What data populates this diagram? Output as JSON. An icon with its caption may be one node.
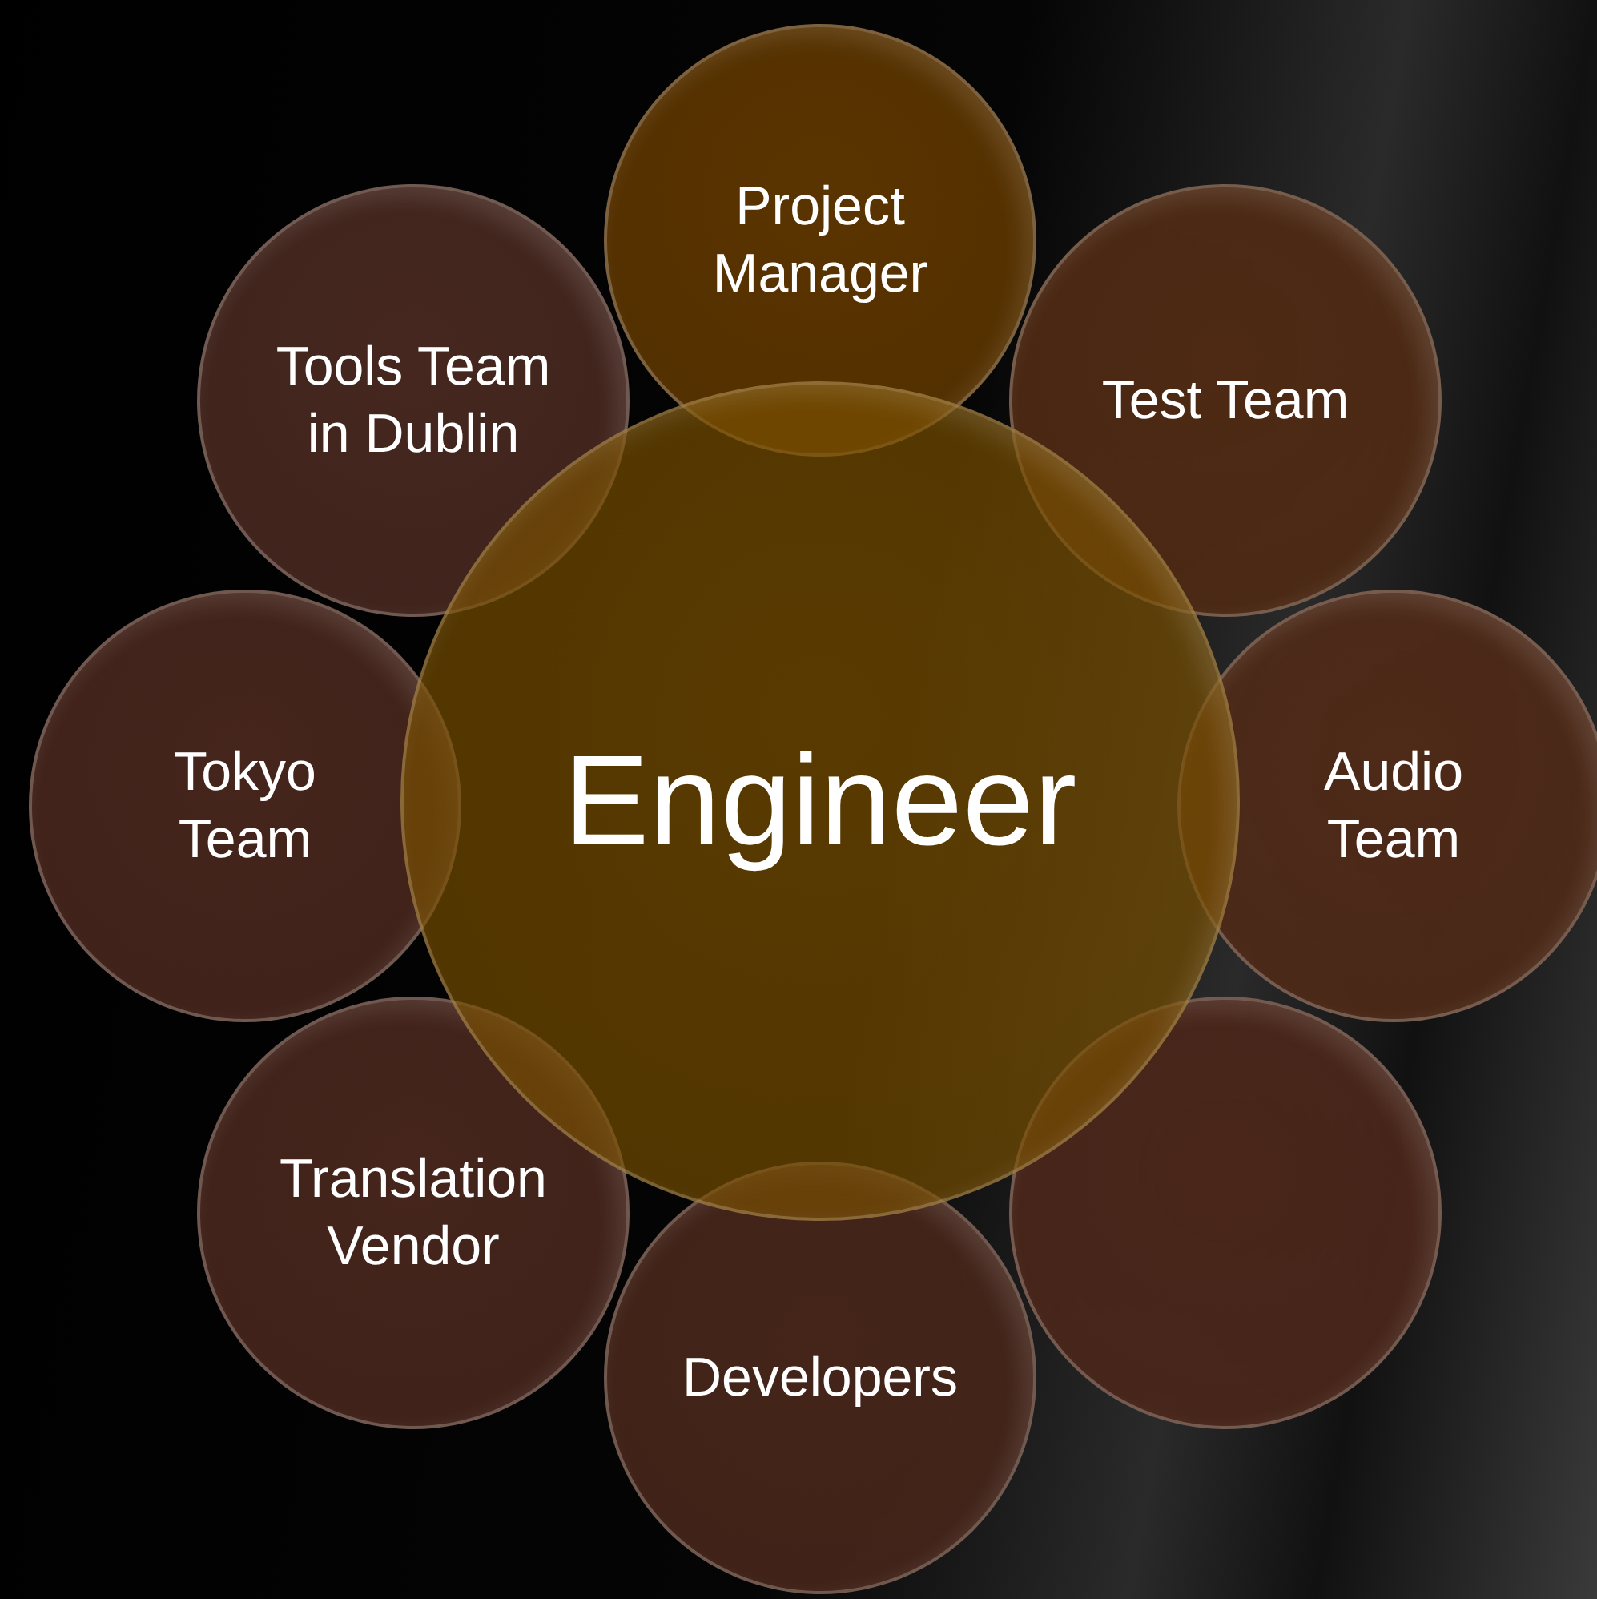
{
  "diagram": {
    "nodes": [
      {
        "text": [
          "Engineer"
        ]
      },
      {
        "text": [
          "Project Manager"
        ]
      },
      {
        "text": [
          "Test Team"
        ]
      },
      {
        "text": [
          "Audio Team"
        ]
      },
      {
        "text": [],
        "shape": "circle"
      },
      {
        "text": [
          "Developers"
        ]
      },
      {
        "text": [
          "Translation Vendor"
        ]
      },
      {
        "text": [
          "Tokyo Team"
        ]
      },
      {
        "text": [
          "Tools Team in Dublin"
        ]
      }
    ]
  }
}
